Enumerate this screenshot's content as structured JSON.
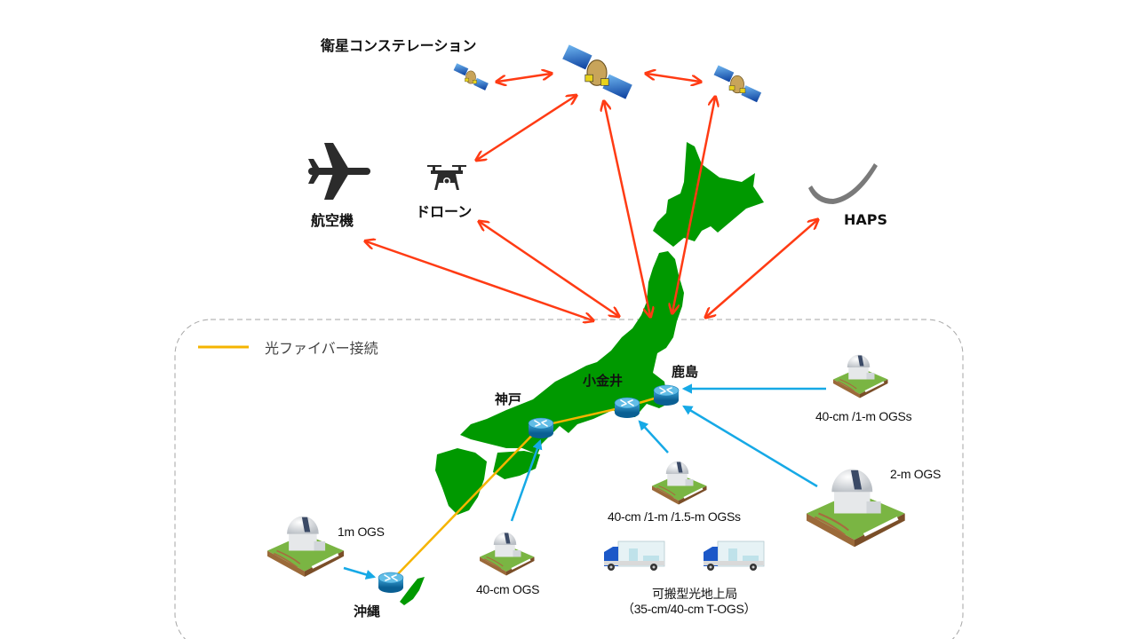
{
  "title": "衛星コンステレーション",
  "colors": {
    "space_link": "#ff3b14",
    "ground_link": "#16a9e6",
    "fiber": "#f5b400",
    "land": "#009900",
    "border": "#a6a6a6"
  },
  "aerial_nodes": {
    "aircraft": "航空機",
    "drone": "ドローン",
    "haps": "HAPS"
  },
  "legend": {
    "fiber_label": "光ファイバー接続"
  },
  "hubs": {
    "kobe": "神戸",
    "koganei": "小金井",
    "kashima": "鹿島",
    "okinawa": "沖縄"
  },
  "ground_stations": {
    "kashima_ogs": "40-cm /1-m OGSs",
    "two_m": "2-m OGS",
    "koganei_ogs": "40-cm /1-m /1.5-m OGSs",
    "kobe_ogs": "40-cm OGS",
    "okinawa_ogs": "1m OGS"
  },
  "transportable": {
    "line1": "可搬型光地上局",
    "line2": "（35-cm/40-cm T-OGS）"
  },
  "icons": [
    "satellite-icon",
    "aircraft-icon",
    "drone-icon",
    "haps-icon",
    "router-icon",
    "observatory-icon",
    "truck-icon"
  ]
}
